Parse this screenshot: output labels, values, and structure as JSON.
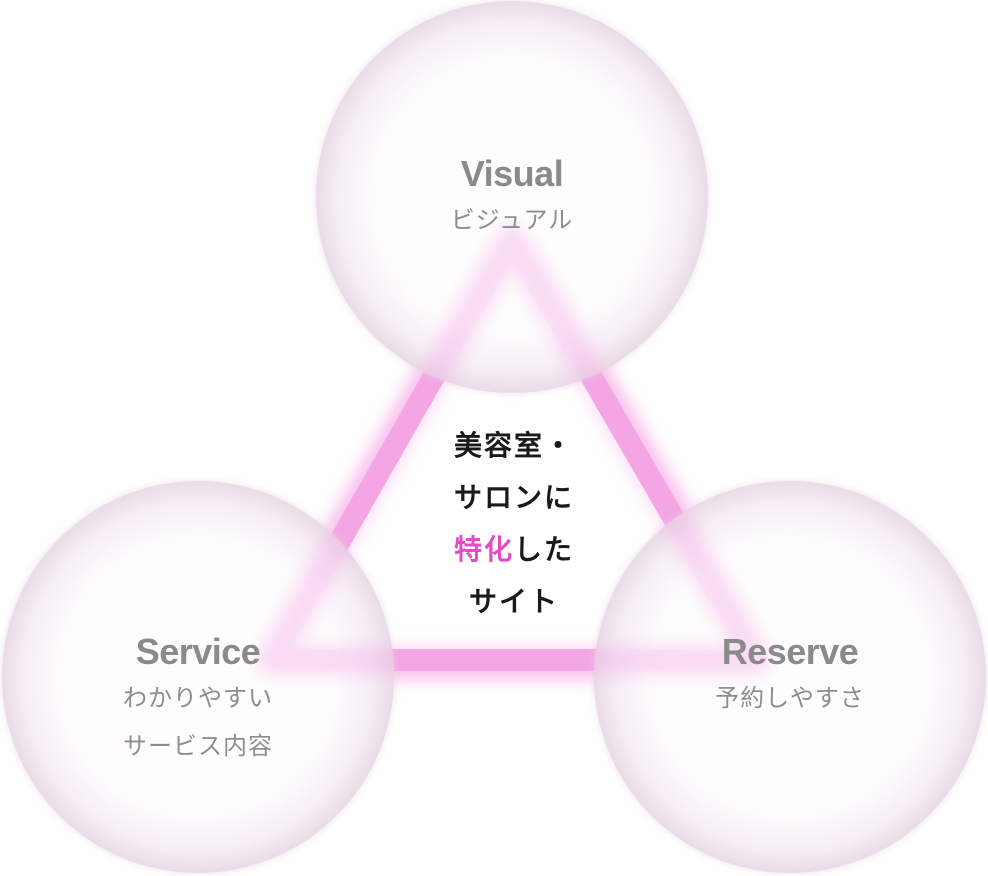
{
  "diagram": {
    "center": {
      "line1": "美容室・",
      "line2": "サロンに",
      "line3_highlight": "特化",
      "line3_rest": "した",
      "line4": "サイト"
    },
    "nodes": [
      {
        "id": "visual",
        "title": "Visual",
        "subtitle": [
          "ビジュアル"
        ]
      },
      {
        "id": "service",
        "title": "Service",
        "subtitle": [
          "わかりやすい",
          "サービス内容"
        ]
      },
      {
        "id": "reserve",
        "title": "Reserve",
        "subtitle": [
          "予約しやすさ"
        ]
      }
    ],
    "colors": {
      "triangle": "#f4a6e4",
      "glow": "#fac8ef",
      "highlight": "#e04ec7",
      "circle_edge": "#e9dbe7",
      "title_text": "#8a8a8a",
      "center_text": "#1a1a1a"
    }
  }
}
